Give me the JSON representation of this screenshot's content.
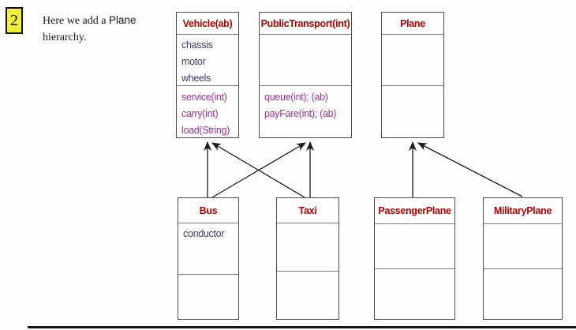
{
  "slide": {
    "step_number": "2",
    "caption": {
      "line1_prefix": "Here we add a ",
      "keyword": "Plane",
      "line2": "hierarchy."
    }
  },
  "colors": {
    "step_box_bg": "#f2ee3c",
    "class_title_text": "#b00000",
    "attribute_text": "#3c3c6e",
    "method_text": "#993399",
    "box_border": "#4d4d4d",
    "compartment_divider": "#7e7e7e",
    "arrow": "#1a1a1a",
    "background": "#fdfdfd"
  },
  "classes": [
    {
      "title": "Vehicle(ab)",
      "attributes": [
        "chassis",
        "motor",
        "wheels"
      ],
      "methods": [
        "service(int)",
        "carry(int)",
        "load(String)"
      ]
    },
    {
      "title": "PublicTransport(int)",
      "attributes": [],
      "methods": [
        "queue(int); (ab)",
        "payFare(int); (ab)"
      ]
    },
    {
      "title": "Plane",
      "attributes": [],
      "methods": []
    },
    {
      "title": "Bus",
      "attributes": [
        "conductor"
      ],
      "methods": []
    },
    {
      "title": "Taxi",
      "attributes": [],
      "methods": []
    },
    {
      "title": "PassengerPlane",
      "attributes": [],
      "methods": []
    },
    {
      "title": "MilitaryPlane",
      "attributes": [],
      "methods": []
    }
  ],
  "relationships": [
    {
      "from": "Bus",
      "to": "Vehicle(ab)",
      "type": "generalization"
    },
    {
      "from": "Bus",
      "to": "PublicTransport(int)",
      "type": "generalization"
    },
    {
      "from": "Taxi",
      "to": "Vehicle(ab)",
      "type": "generalization"
    },
    {
      "from": "Taxi",
      "to": "PublicTransport(int)",
      "type": "generalization"
    },
    {
      "from": "PassengerPlane",
      "to": "Plane",
      "type": "generalization"
    },
    {
      "from": "MilitaryPlane",
      "to": "Plane",
      "type": "generalization"
    }
  ]
}
